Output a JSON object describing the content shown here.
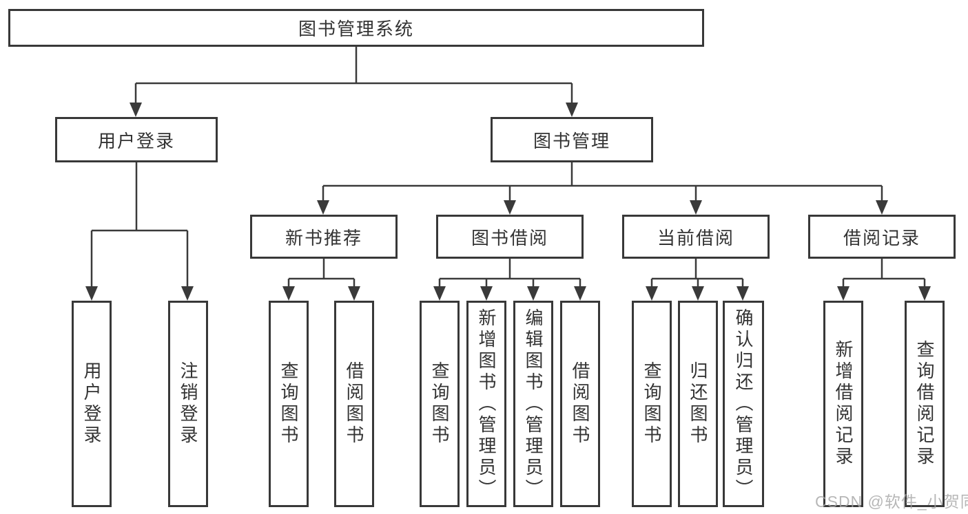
{
  "diagram": {
    "root": {
      "label": "图书管理系统"
    },
    "level2": [
      {
        "label": "用户登录"
      },
      {
        "label": "图书管理"
      }
    ],
    "level3": [
      {
        "label": "新书推荐"
      },
      {
        "label": "图书借阅"
      },
      {
        "label": "当前借阅"
      },
      {
        "label": "借阅记录"
      }
    ],
    "leaves": [
      {
        "label": "用户登录",
        "parent": "用户登录"
      },
      {
        "label": "注销登录",
        "parent": "用户登录"
      },
      {
        "label": "查询图书",
        "parent": "新书推荐"
      },
      {
        "label": "借阅图书",
        "parent": "新书推荐"
      },
      {
        "label": "查询图书",
        "parent": "图书借阅"
      },
      {
        "label": "新增图书（管理员）",
        "parent": "图书借阅"
      },
      {
        "label": "编辑图书（管理员）",
        "parent": "图书借阅"
      },
      {
        "label": "借阅图书",
        "parent": "图书借阅"
      },
      {
        "label": "查询图书",
        "parent": "当前借阅"
      },
      {
        "label": "归还图书",
        "parent": "当前借阅"
      },
      {
        "label": "确认归还（管理员）",
        "parent": "当前借阅"
      },
      {
        "label": "新增借阅记录",
        "parent": "借阅记录"
      },
      {
        "label": "查询借阅记录",
        "parent": "借阅记录"
      }
    ],
    "watermark": "CSDN @软件_小贺同学",
    "colors": {
      "line": "#3a3a3a",
      "box_border": "#383838",
      "box_fill": "#ffffff",
      "text": "#333333",
      "watermark": "#a5a5a5"
    }
  }
}
